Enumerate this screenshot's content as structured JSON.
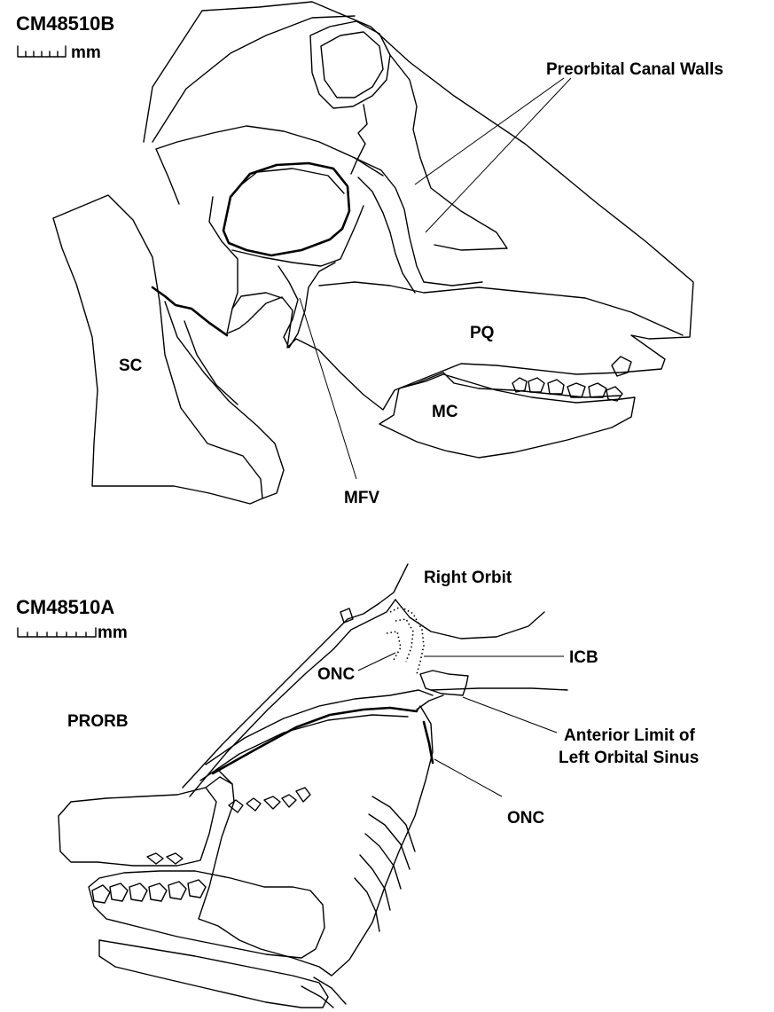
{
  "panel_b": {
    "specimen_id": "CM48510B",
    "scale_unit": "mm",
    "labels": {
      "preorbital_canal_walls": "Preorbital Canal Walls",
      "sc": "SC",
      "pq": "PQ",
      "mc": "MC",
      "mfv": "MFV"
    }
  },
  "panel_a": {
    "specimen_id": "CM48510A",
    "scale_unit": "mm",
    "labels": {
      "right_orbit": "Right Orbit",
      "onc_upper": "ONC",
      "icb": "ICB",
      "prorb": "PRORB",
      "anterior_limit_line1": "Anterior Limit of",
      "anterior_limit_line2": "Left Orbital Sinus",
      "onc_lower": "ONC"
    }
  }
}
